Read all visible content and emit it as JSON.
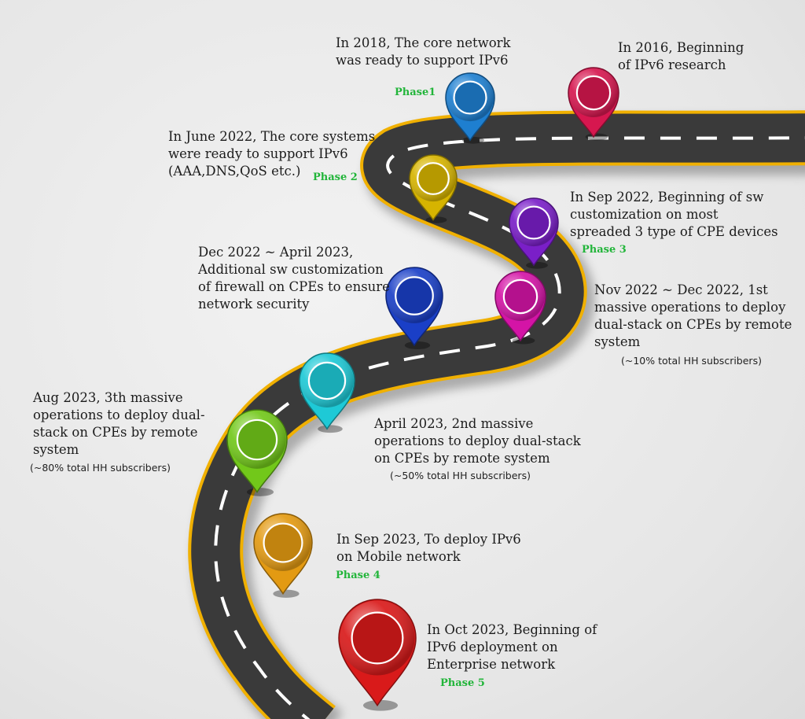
{
  "colors": {
    "road": "#3a3a3a",
    "road_edge": "#f0b000",
    "lane_marking": "#ffffff",
    "phase_text": "#22b53a"
  },
  "milestones": [
    {
      "text": "In 2016, Beginning\nof IPv6 research",
      "pin_color": "#d6174f"
    },
    {
      "text": "In 2018, The core network\nwas ready to support IPv6",
      "pin_color": "#1e7fd0"
    },
    {
      "text": "In June 2022, The core systems\nwere ready to support IPv6\n(AAA,DNS,QoS etc.)",
      "pin_color": "#d6b400"
    },
    {
      "text": "In Sep 2022, Beginning of sw\ncustomization on most\nspreaded 3 type of CPE devices",
      "pin_color": "#7a1fc8"
    },
    {
      "text": "Nov 2022 ~ Dec 2022, 1st\nmassive operations to deploy\ndual-stack on CPEs by remote\nsystem",
      "note": "(~10% total HH subscribers)",
      "pin_color": "#d414a6"
    },
    {
      "text": "Dec 2022 ~ April 2023,\nAdditional sw customization\nof firewall on CPEs to ensure\nnetwork security",
      "pin_color": "#1a3fc7"
    },
    {
      "text": "April 2023, 2nd massive\noperations to deploy dual-stack\non CPEs by remote system",
      "note": "(~50% total HH subscribers)",
      "pin_color": "#1ec9d6"
    },
    {
      "text": "Aug 2023, 3th massive\noperations to deploy dual-\nstack on CPEs by remote\nsystem",
      "note": "(~80% total HH subscribers)",
      "pin_color": "#72c81a"
    },
    {
      "text": "In Sep 2023, To deploy IPv6\non Mobile network",
      "pin_color": "#e39a12"
    },
    {
      "text": "In Oct 2023, Beginning of\nIPv6 deployment on\nEnterprise network",
      "pin_color": "#d91a1a"
    }
  ],
  "phases": [
    "Phase1",
    "Phase 2",
    "Phase 3",
    "Phase 4",
    "Phase 5"
  ]
}
